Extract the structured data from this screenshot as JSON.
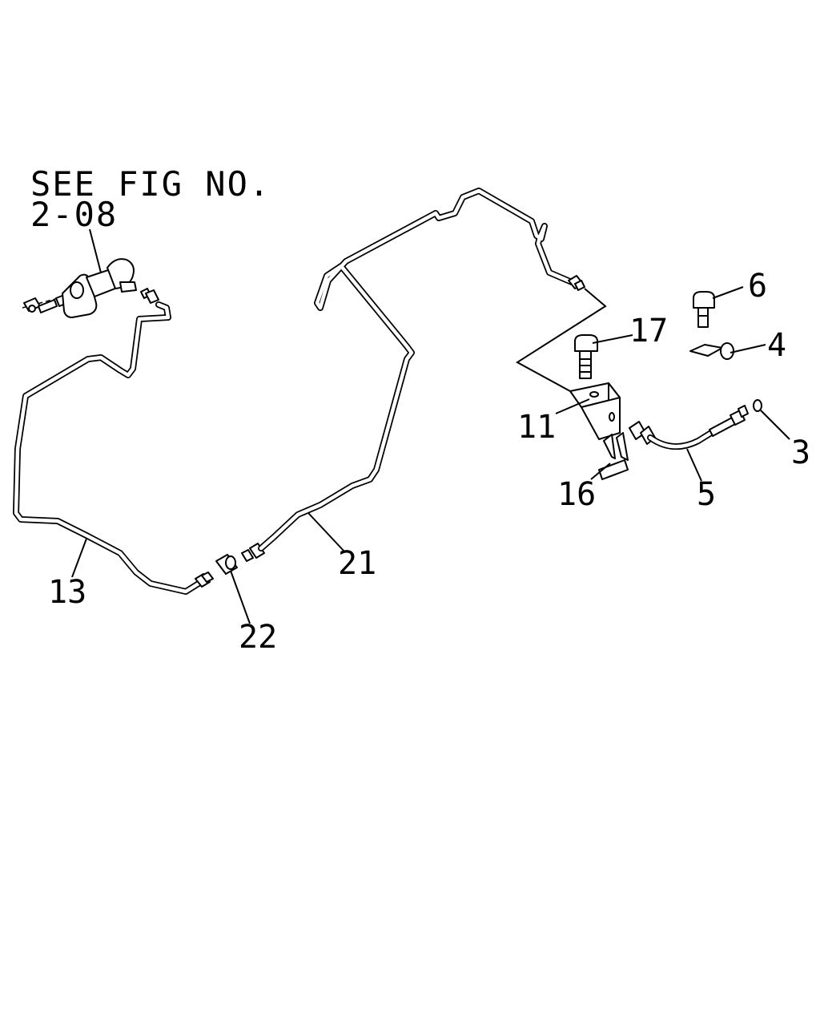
{
  "reference": {
    "line1": "SEE FIG NO.",
    "line2": "2-08"
  },
  "labels": [
    {
      "id": "13",
      "text": "13"
    },
    {
      "id": "21",
      "text": "21"
    },
    {
      "id": "22",
      "text": "22"
    },
    {
      "id": "11",
      "text": "11"
    },
    {
      "id": "17",
      "text": "17"
    },
    {
      "id": "6",
      "text": "6"
    },
    {
      "id": "4",
      "text": "4"
    },
    {
      "id": "3",
      "text": "3"
    },
    {
      "id": "5",
      "text": "5"
    },
    {
      "id": "16",
      "text": "16"
    }
  ]
}
